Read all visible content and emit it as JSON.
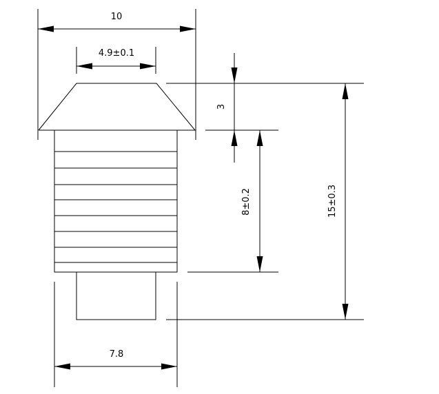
{
  "dimensions": {
    "top_width": "10",
    "cap_top_width": "4.9±0.1",
    "cap_height": "3",
    "ribbed_height": "8±0.2",
    "total_height": "15±0.3",
    "body_width": "7.8"
  },
  "colors": {
    "line": "#000000",
    "background": "#ffffff"
  }
}
